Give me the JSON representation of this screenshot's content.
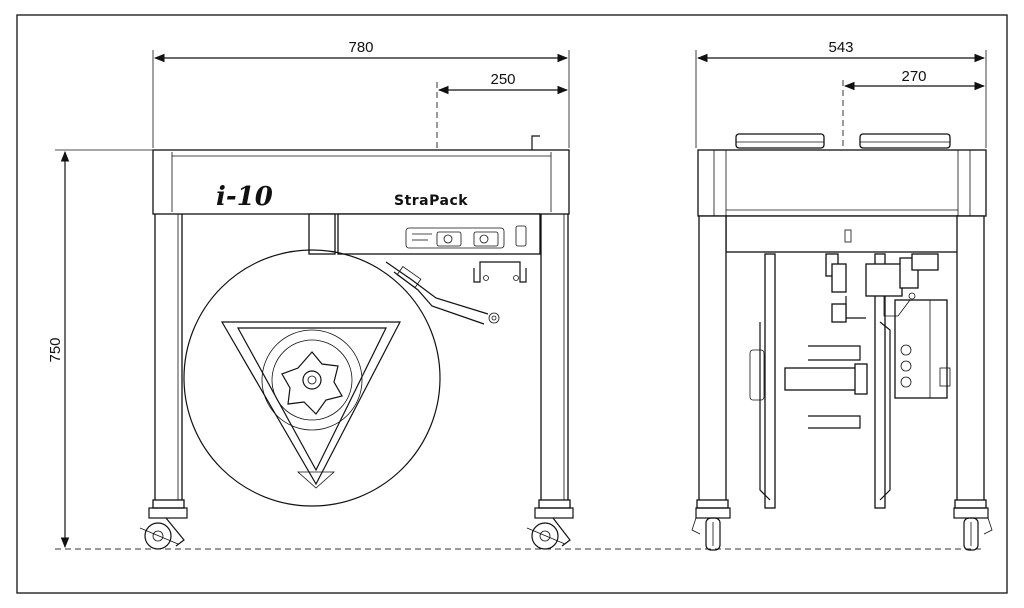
{
  "dimensions": {
    "front_width": "780",
    "front_offset": "250",
    "height": "750",
    "side_width": "543",
    "side_offset": "270"
  },
  "branding": {
    "model": "i-10",
    "brand": "StraPack"
  }
}
